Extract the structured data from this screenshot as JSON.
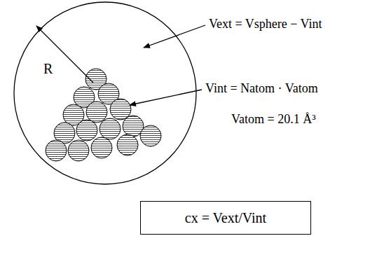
{
  "diagram": {
    "nodes": [
      {
        "text": [
          "cx = Vext/Vint"
        ]
      }
    ],
    "labels": [
      "R",
      "Vext = Vsphere − Vint",
      "Vint = Natom · Vatom",
      "Vatom = 20.1 Å³"
    ]
  }
}
